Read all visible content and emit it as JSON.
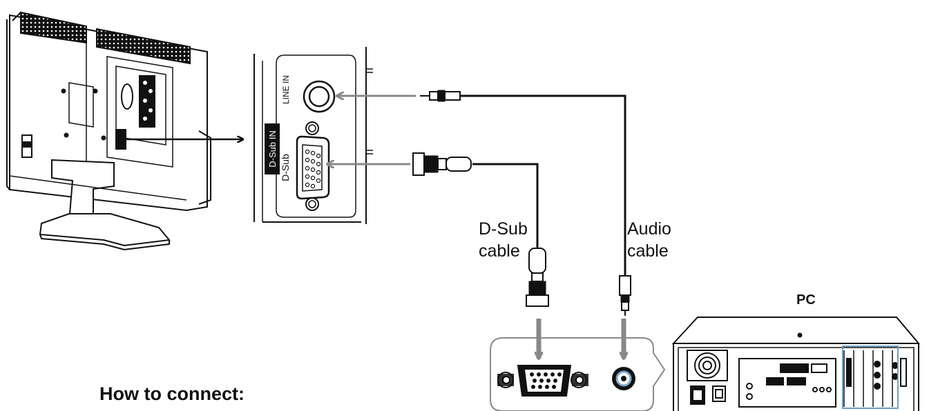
{
  "heading": "How to connect:",
  "panel": {
    "group_label": "D-Sub IN",
    "dsub_port_label": "D-Sub",
    "line_in_label": "LINE IN"
  },
  "cables": {
    "dsub_line1": "D-Sub",
    "dsub_line2": "cable",
    "audio_line1": "Audio",
    "audio_line2": "cable"
  },
  "pc_label": "PC",
  "icons": [
    "monitor-rear",
    "vga-port",
    "audio-jack",
    "vga-plug",
    "audio-plug",
    "pc-tower",
    "arrow"
  ]
}
